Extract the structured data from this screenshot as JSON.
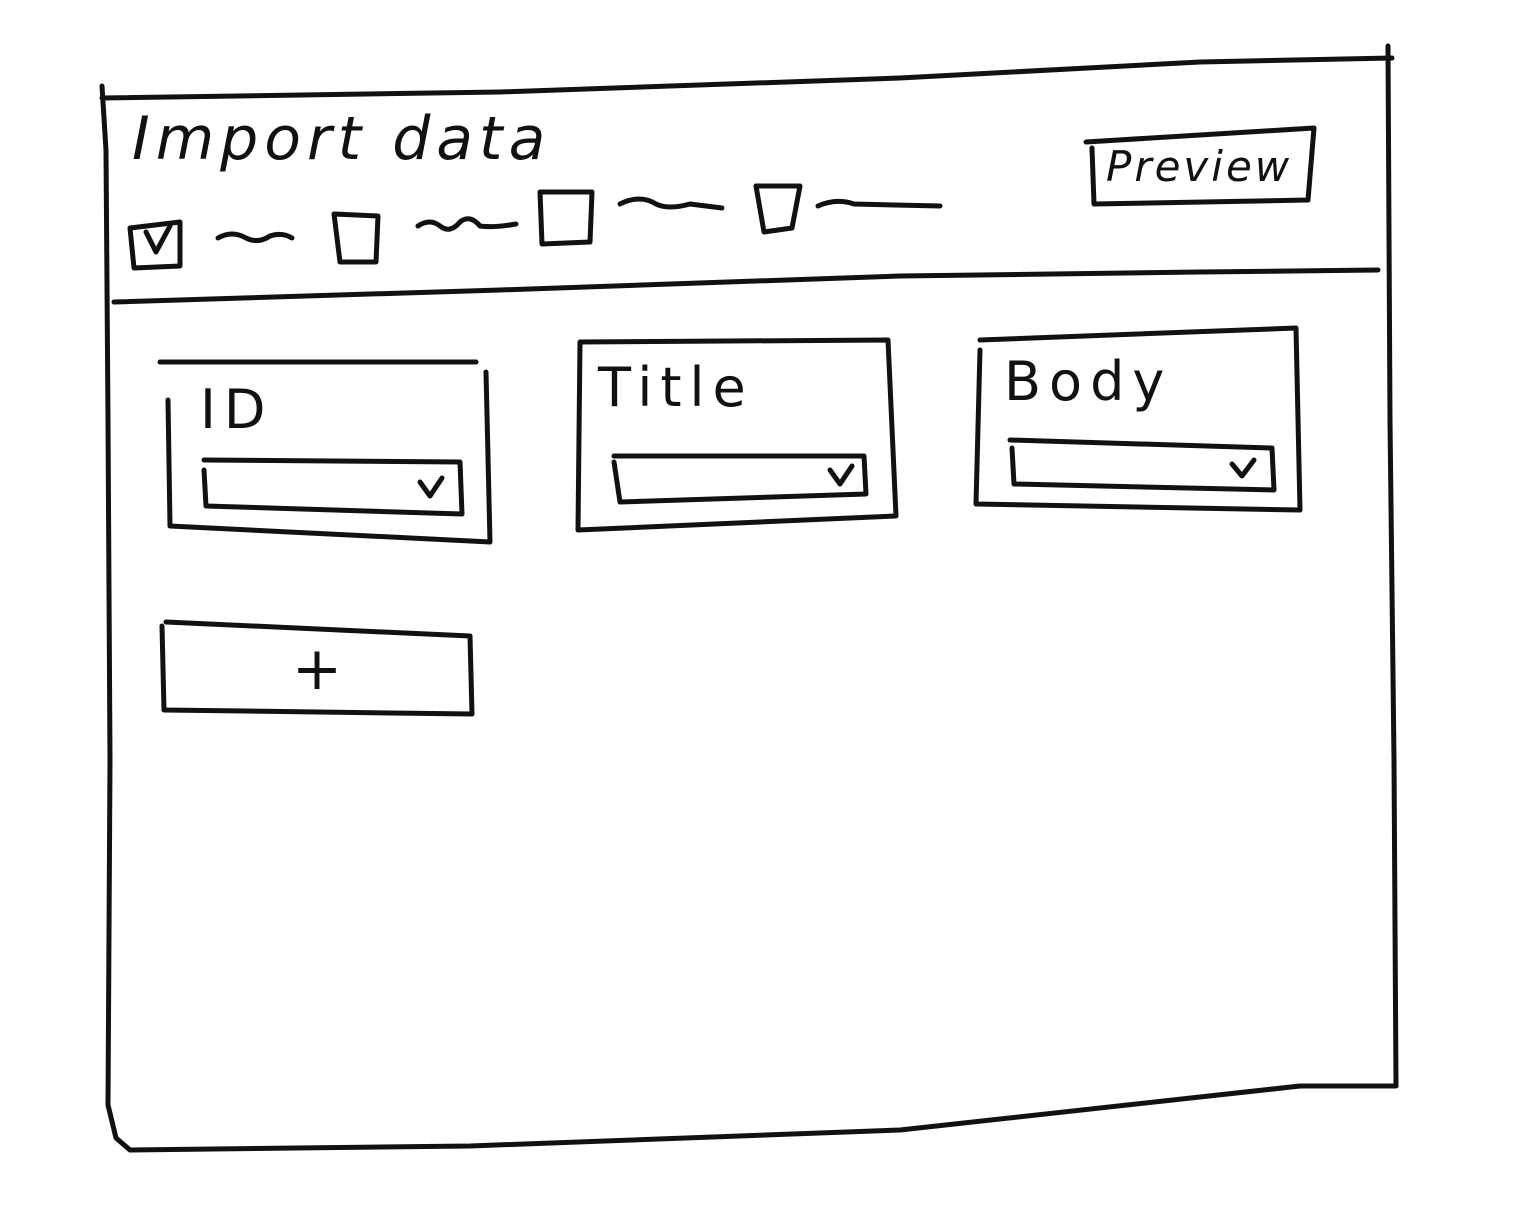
{
  "window": {
    "title": "Import data"
  },
  "toolbar": {
    "preview_label": "Preview",
    "options": [
      {
        "checked": true,
        "label": ""
      },
      {
        "checked": false,
        "label": ""
      },
      {
        "checked": false,
        "label": ""
      },
      {
        "checked": false,
        "label": ""
      }
    ]
  },
  "fields": [
    {
      "label": "ID",
      "selected": ""
    },
    {
      "label": "Title",
      "selected": ""
    },
    {
      "label": "Body",
      "selected": ""
    }
  ],
  "add_button": {
    "label": "+"
  },
  "icons": {
    "dropdown": "chevron-down-icon",
    "checkbox_checked": "check-icon"
  }
}
